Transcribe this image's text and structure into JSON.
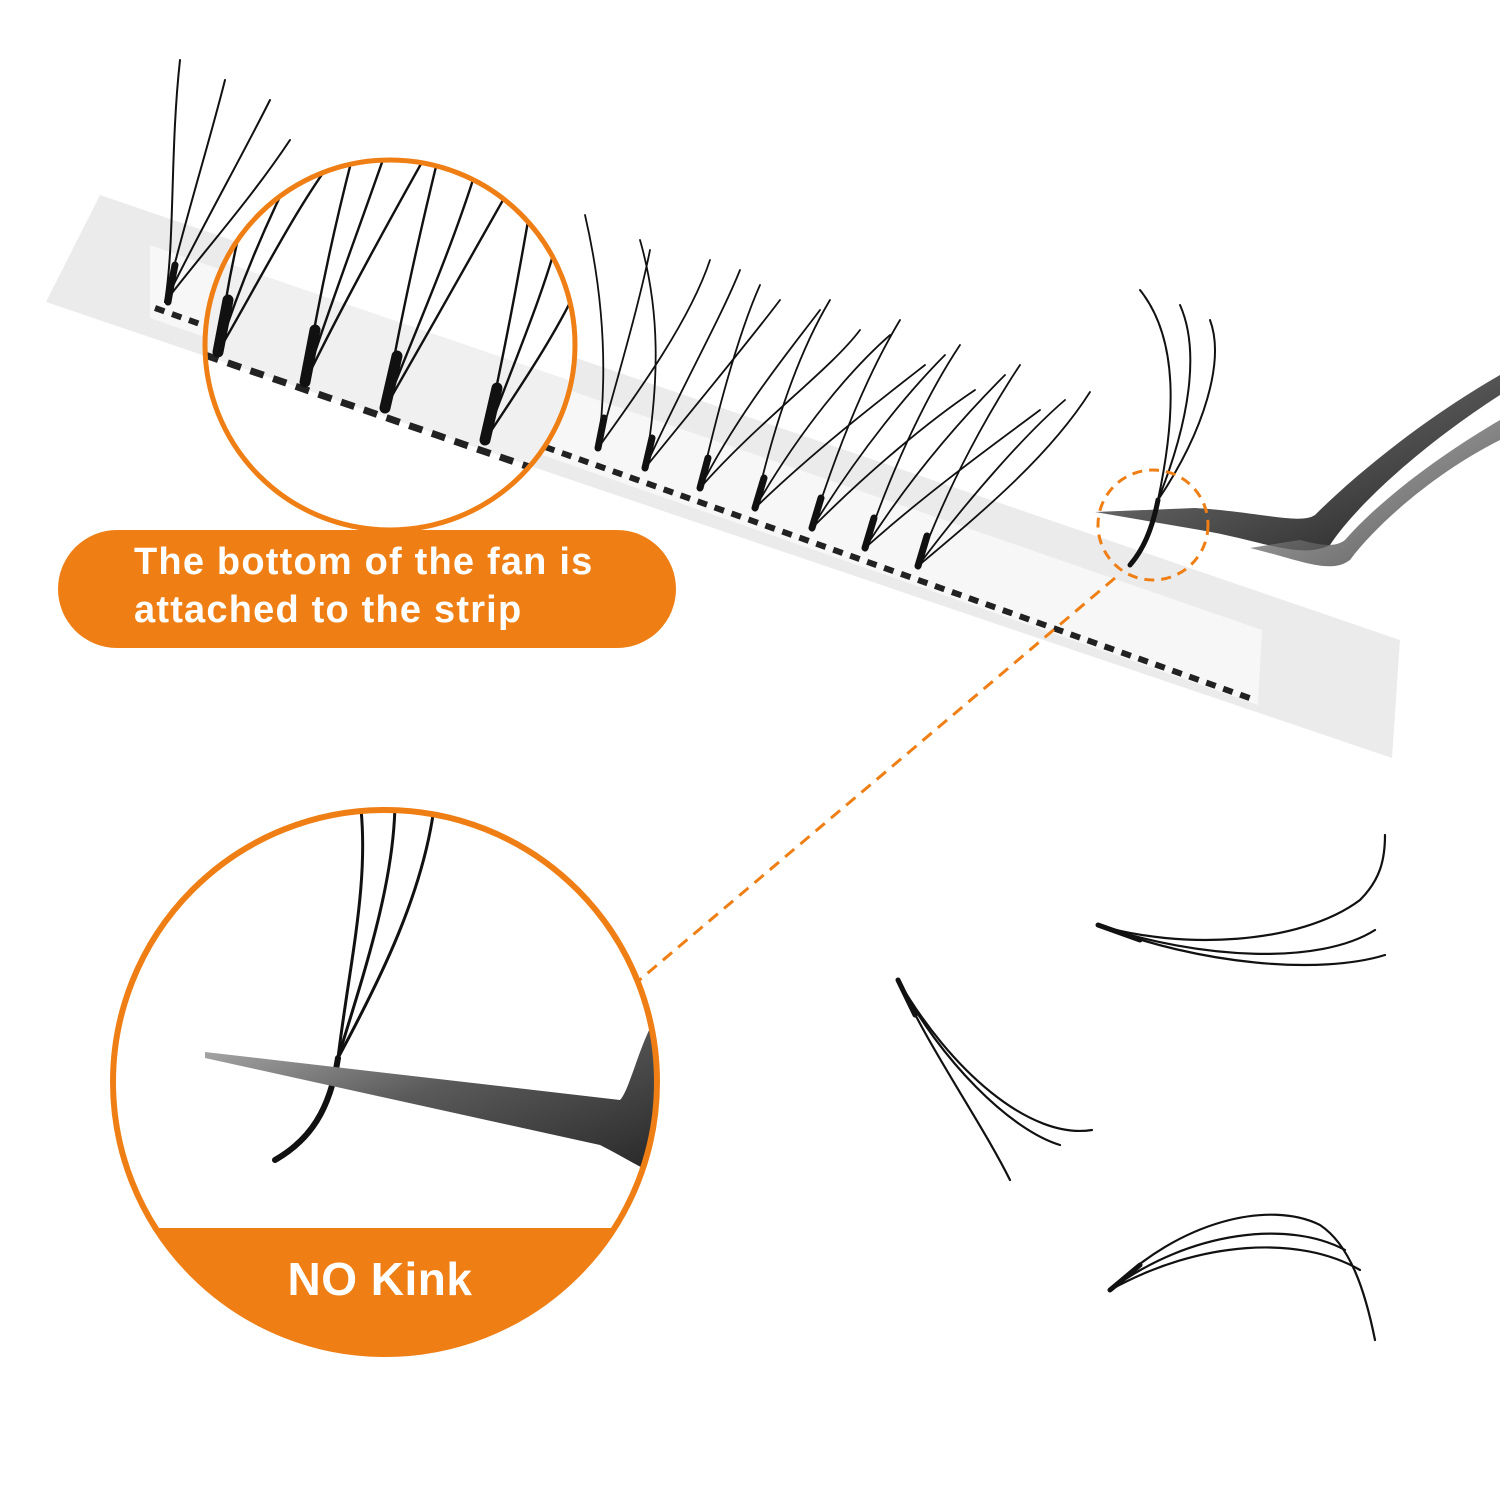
{
  "callout": {
    "line1": "The bottom of the fan is",
    "line2": "attached to the strip"
  },
  "label": {
    "no_kink": "NO Kink"
  },
  "colors": {
    "accent": "#ef7f14",
    "lash": "#111111",
    "strip": "#e9e9e9",
    "tweezer": "#3a3a3a",
    "background": "#ffffff"
  },
  "icons": [
    "lash-strip",
    "magnify-circle",
    "tweezers",
    "loose-fan",
    "dashed-connector"
  ]
}
